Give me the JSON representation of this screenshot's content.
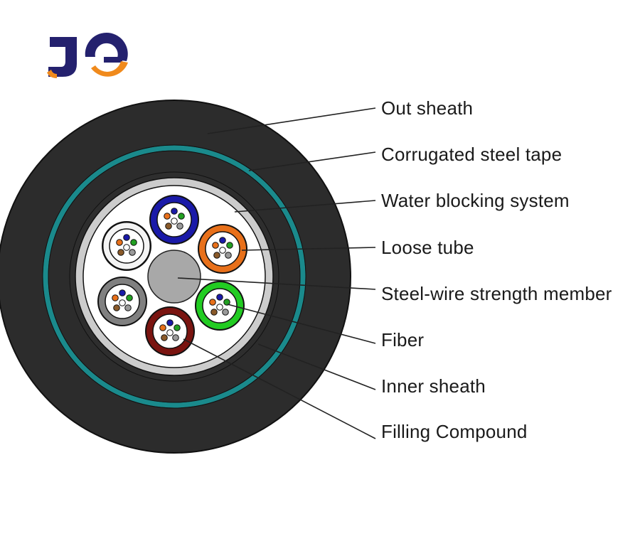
{
  "logo": {
    "text": "JG"
  },
  "labels": [
    "Out sheath",
    "Corrugated steel tape",
    "Water blocking system",
    "Loose tube",
    "Steel-wire strength member",
    "Fiber",
    "Inner sheath",
    "Filling Compound"
  ],
  "colors": {
    "out_sheath": "#2a2a2a",
    "steel_tape": "#1a8a8c",
    "water_blocking": "#cccccc",
    "strength_member": "#aaaaaa",
    "tube_blue": "#1a1aa8",
    "tube_orange": "#e8701a",
    "tube_green": "#22cc22",
    "tube_red": "#7a1410",
    "tube_grey": "#808080",
    "tube_white": "#f4f4f4",
    "logo_navy": "#24216e",
    "logo_orange": "#f08a1c"
  }
}
